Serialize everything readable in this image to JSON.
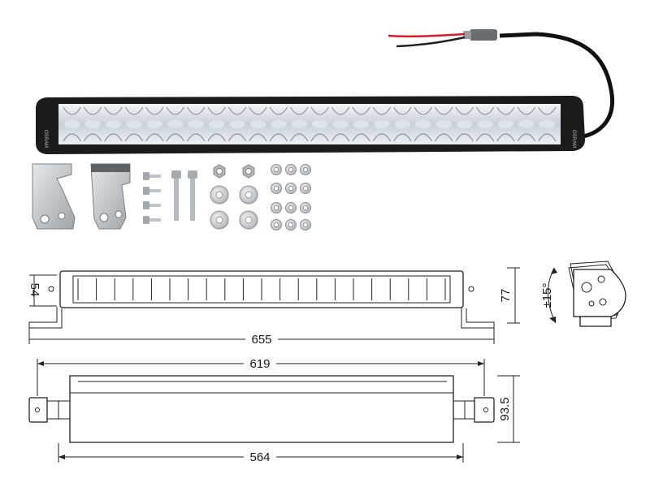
{
  "product": {
    "brand_mark": "OSRAM",
    "led_count": 24,
    "accessories": {
      "brackets": 2,
      "screws_short": 4,
      "bolts_long": 2,
      "nuts": 2,
      "large_washers": 4,
      "small_washers_grid": 12
    }
  },
  "dimensions": {
    "side_height": "54",
    "overall_width": "655",
    "end_height": "77",
    "tilt_angle": "±15°",
    "mount_span": "619",
    "body_depth": "93.5",
    "body_length": "564"
  },
  "colors": {
    "housing": "#1b1b1b",
    "lens": "#e9edf2",
    "bracket": "#b9bcbf",
    "wire_red": "#d21f2b",
    "line": "#222222"
  }
}
